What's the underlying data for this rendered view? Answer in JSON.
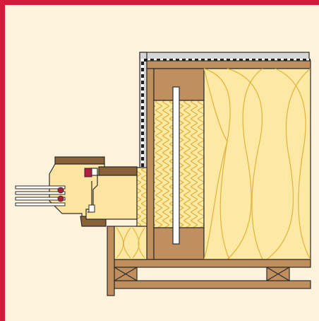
{
  "diagram": {
    "subject": "",
    "colors": {
      "background": "#fdf3dd",
      "frame_accent": "#d7193c",
      "timber_light": "#c08f5e",
      "timber_dark": "#8a6239",
      "insulation_fill": "#fde9a4",
      "insulation_stroke": "#e2b23a",
      "pane_edge": "#eeeeee",
      "outline": "#2b2b2b",
      "seal": "#b01e3c",
      "membrane_gray": "#d6d6d6"
    },
    "icons": [
      "window-profile",
      "insulation-batt",
      "timber-stud",
      "vapour-membrane",
      "window-seal"
    ]
  }
}
